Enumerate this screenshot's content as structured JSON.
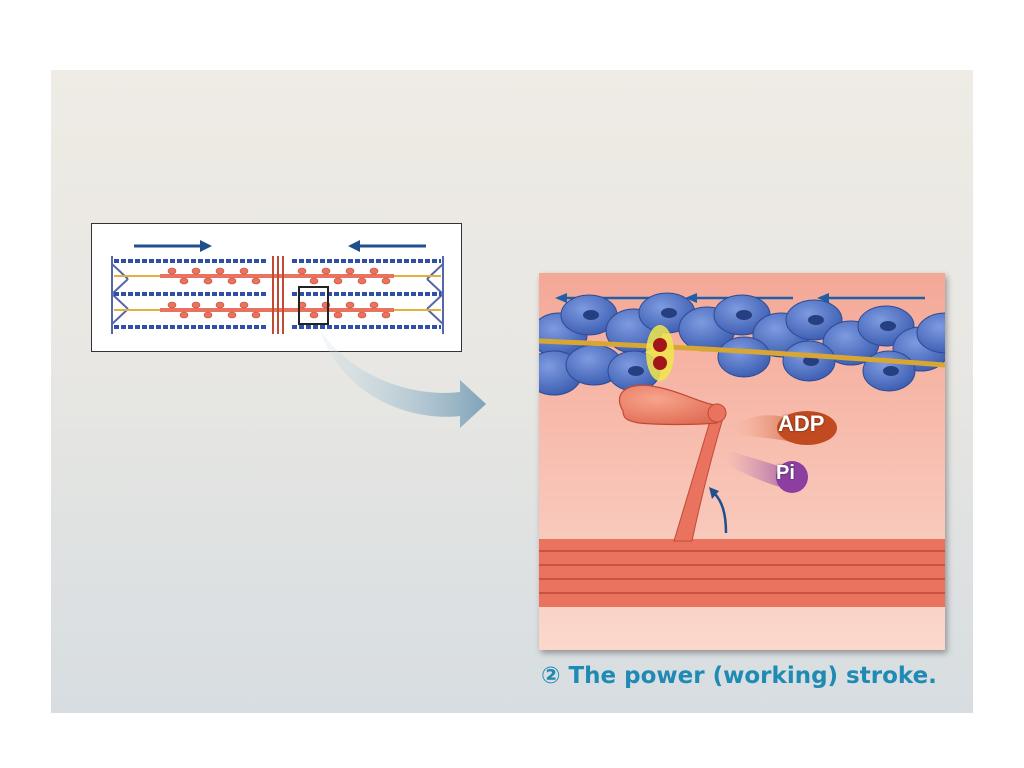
{
  "labels": {
    "adp": "ADP",
    "pi": "Pi"
  },
  "caption": {
    "step_number": "②",
    "text": "The power (working) stroke."
  },
  "colors": {
    "actin": "#4a6fc0",
    "myosin": "#e9735f",
    "tropomyosin": "#d8a633",
    "caption": "#1f8ab3",
    "arrow": "#1f4f8f"
  }
}
